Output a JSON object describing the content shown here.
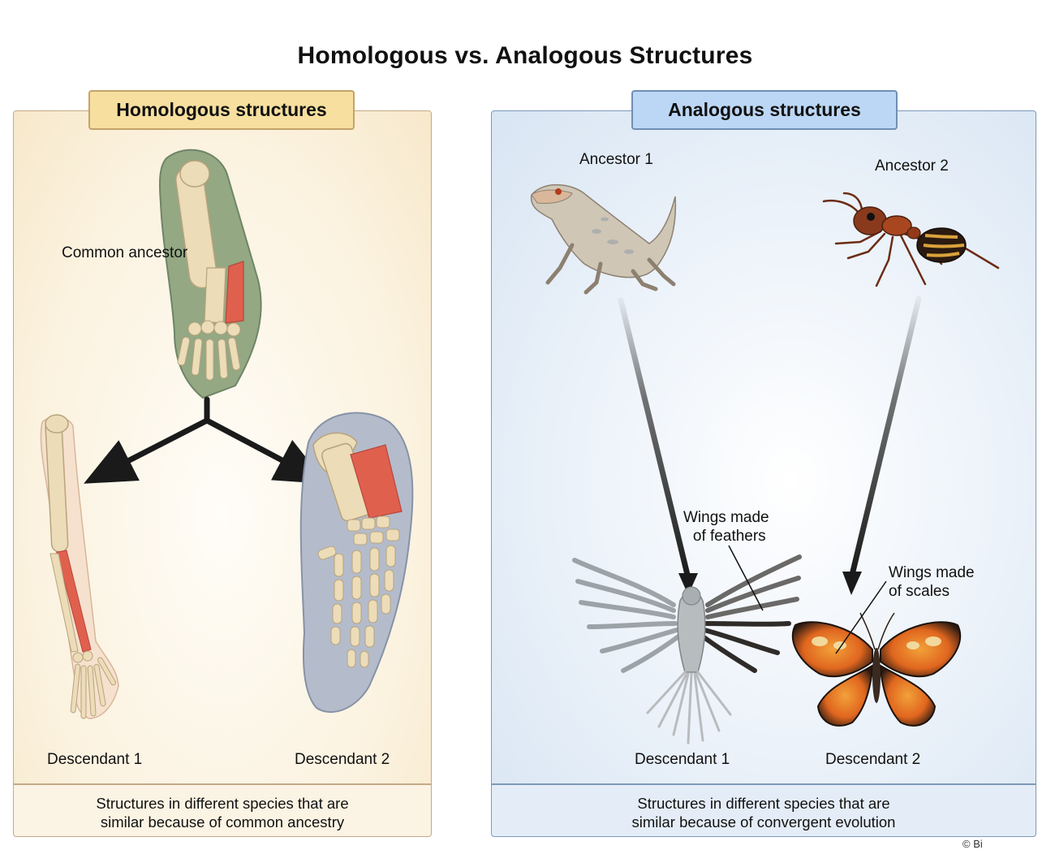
{
  "title": "Homologous vs. Analogous Structures",
  "homologous": {
    "heading": "Homologous structures",
    "ancestor_label": "Common ancestor",
    "descendant1_label": "Descendant 1",
    "descendant2_label": "Descendant 2",
    "caption_line1": "Structures in different species that are",
    "caption_line2": "similar because of common ancestry"
  },
  "analogous": {
    "heading": "Analogous structures",
    "ancestor1_label": "Ancestor 1",
    "ancestor2_label": "Ancestor 2",
    "descendant1_label": "Descendant 1",
    "descendant2_label": "Descendant 2",
    "feathers_label_line1": "Wings made",
    "feathers_label_line2": "of feathers",
    "scales_label_line1": "Wings made",
    "scales_label_line2": "of scales",
    "caption_line1": "Structures in different species that are",
    "caption_line2": "similar because of convergent evolution"
  },
  "copyright": "© Bi",
  "colors": {
    "homologous_tab": "#f6df9f",
    "analogous_tab": "#bcd7f5",
    "bone": "#ecdcb8",
    "highlight_bone": "#e0604e",
    "arrow": "#1a1a1a"
  }
}
